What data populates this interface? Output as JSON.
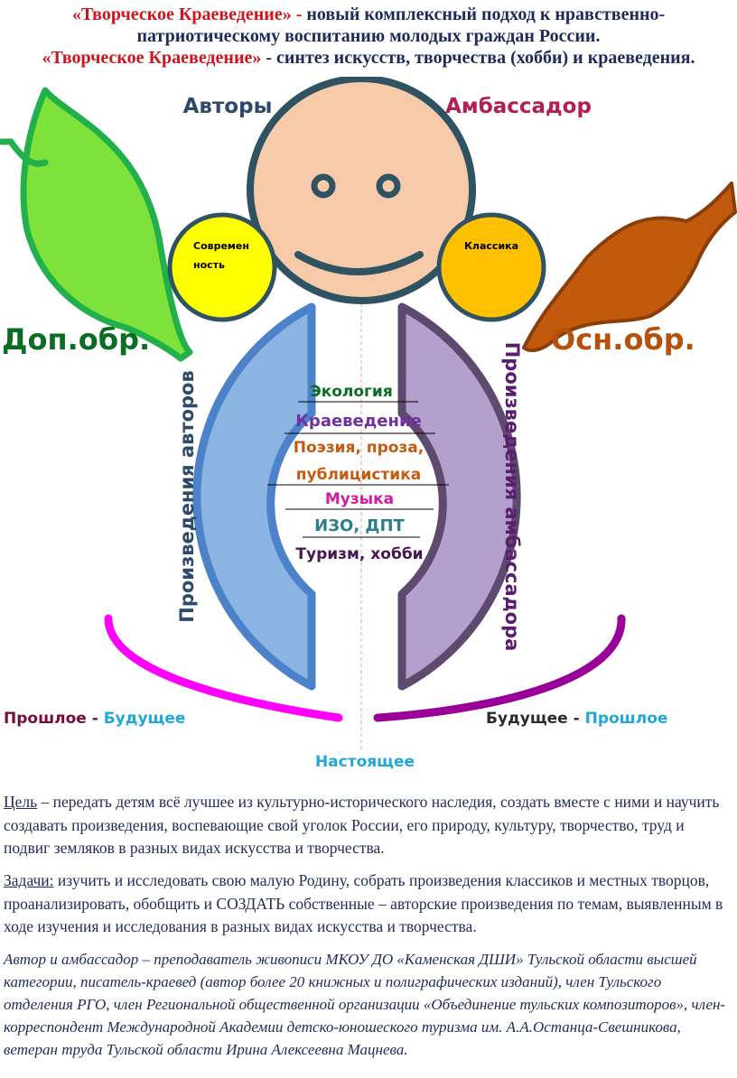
{
  "header": {
    "line1_red": "«Творческое Краеведение» -",
    "line1_rest": " новый комплексный подход к нравственно-",
    "line2": "патриотическому воспитанию молодых граждан России.",
    "line3_red": "«Творческое Краеведение»",
    "line3_rest": " - синтез искусств, творчества (хобби) и краеведения."
  },
  "diagram": {
    "authors_label": "Авторы",
    "ambassador_label": "Амбассадор",
    "modernity_line1": "Современ",
    "modernity_line2": "ность",
    "classics_label": "Классика",
    "dop_label": "Доп.обр.",
    "osn_label": "Осн.обр.",
    "left_arc_label": "Произведения авторов",
    "right_arc_label": "Произведения амбассадора",
    "topics": [
      "Экология",
      "Краеведение",
      "Поэзия, проза,",
      "публицистика",
      "Музыка",
      "ИЗО, ДПТ",
      "Туризм, хобби"
    ],
    "left_time_a": "Прошлое - ",
    "left_time_b": "Будущее",
    "right_time_a": "Будущее - ",
    "right_time_b": "Прошлое",
    "present_label": "Настоящее"
  },
  "goal": {
    "title": "Цель",
    "text": " – передать детям всё лучшее из культурно-исторического наследия, создать вместе с ними и научить создавать произведения, воспевающие свой уголок России, его природу, культуру, творчество, труд и подвиг земляков в разных видах искусства и творчества."
  },
  "tasks": {
    "title": "Задачи:",
    "text": " изучить и исследовать свою малую Родину, собрать произведения классиков и местных творцов, проанализировать, обобщить и СОЗДАТЬ собственные – авторские произведения по темам, выявленным в ходе изучения и исследования в разных видах искусства и творчества."
  },
  "author_note": "Автор и амбассадор – преподаватель живописи МКОУ ДО «Каменская ДШИ» Тульской области высшей категории, писатель-краевед (автор более 20 книжных и полиграфических изданий), член Тульского отделения РГО, член Региональной общественной организации «Объединение тульских композиторов», член-корреспондент Международной Академии детско-юношеского туризма им. А.А.Останца-Свешникова,  ветеран труда Тульской области Ирина Алексеевна Мацнева."
}
